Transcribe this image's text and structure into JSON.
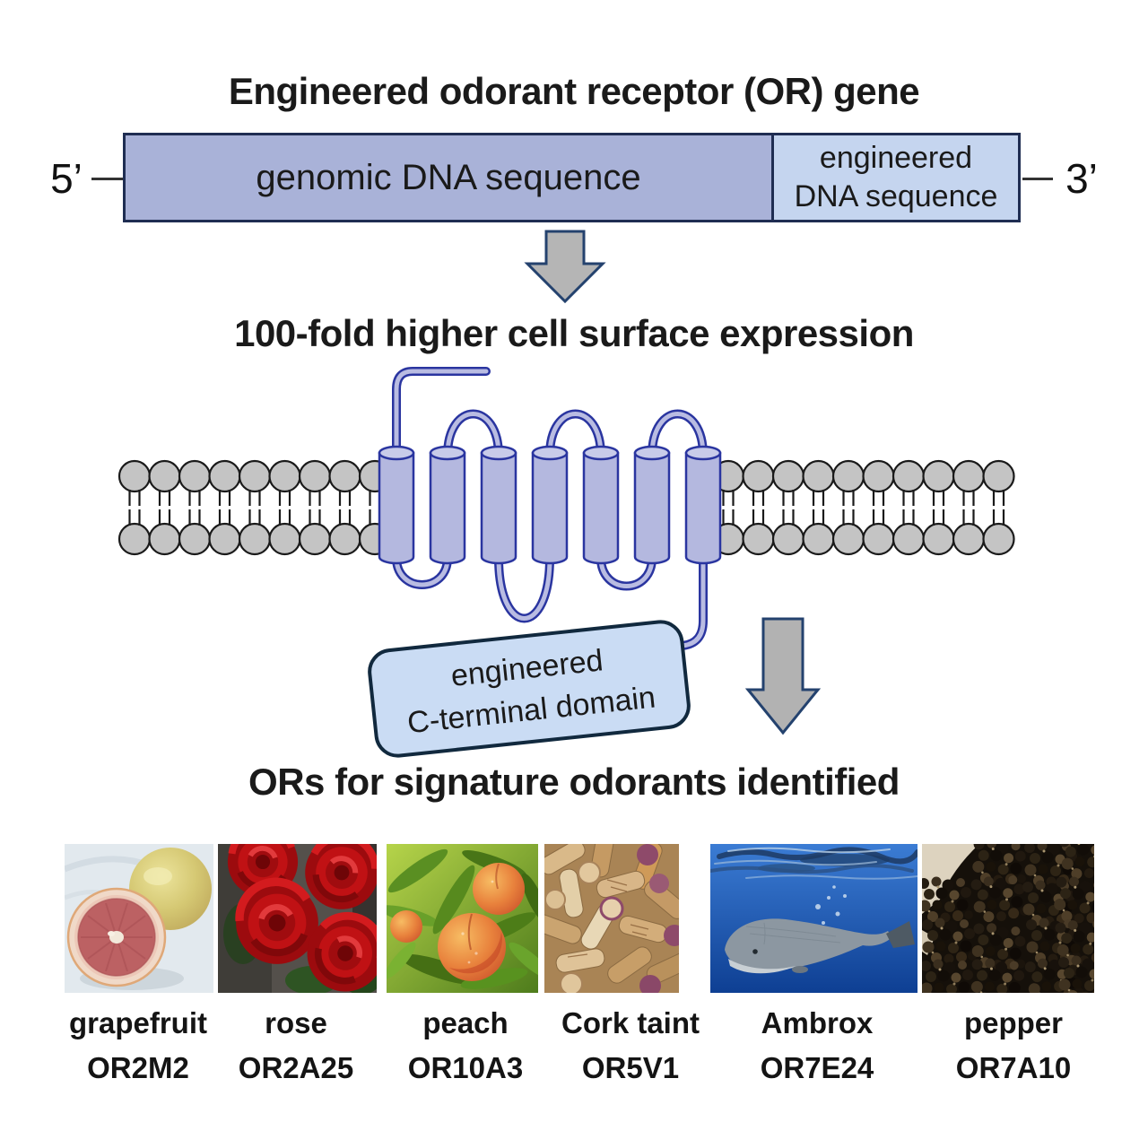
{
  "title": "Engineered odorant receptor (OR) gene",
  "gene": {
    "five_prime": "5’",
    "three_prime": "3’",
    "genomic_label": "genomic DNA sequence",
    "engineered_line1": "engineered",
    "engineered_line2": "DNA sequence"
  },
  "expression_heading": "100-fold higher cell surface expression",
  "receptor": {
    "helix_count": 7,
    "c_terminal_line1": "engineered",
    "c_terminal_line2": "C-terminal domain"
  },
  "results_heading": "ORs for signature odorants identified",
  "odorants": [
    {
      "name": "grapefruit",
      "receptor": "OR2M2"
    },
    {
      "name": "rose",
      "receptor": "OR2A25"
    },
    {
      "name": "peach",
      "receptor": "OR10A3"
    },
    {
      "name": "Cork taint",
      "receptor": "OR5V1"
    },
    {
      "name": "Ambrox",
      "receptor": "OR7E24"
    },
    {
      "name": "pepper",
      "receptor": "OR7A10"
    }
  ],
  "colors": {
    "genomic_box": "#a9b2d8",
    "engineered_box": "#c5d5ef",
    "box_border": "#1f2d52",
    "helix_fill": "#b4b8df",
    "helix_border": "#2a35a0",
    "lipid_fill": "#c4c4c4",
    "arrow_fill": "#b5b5b5",
    "arrow_border": "#24426e",
    "cterm_box_fill": "#cadcf4"
  }
}
